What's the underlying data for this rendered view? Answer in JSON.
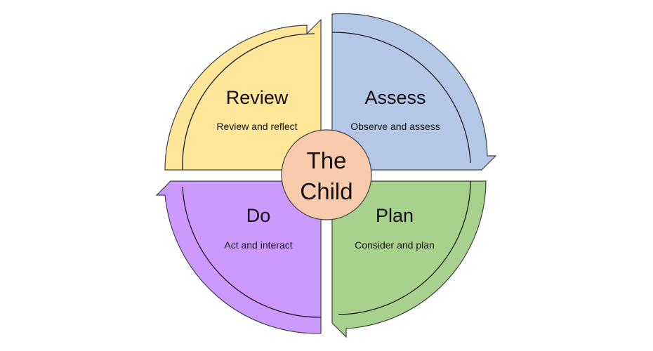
{
  "diagram": {
    "center": {
      "line1": "The",
      "line2": "Child",
      "color": "#F8CBAD"
    },
    "stages": [
      {
        "key": "review",
        "title": "Review",
        "subtitle": "Review and reflect",
        "color": "#FFE699"
      },
      {
        "key": "assess",
        "title": "Assess",
        "subtitle": "Observe and assess",
        "color": "#B4C7E7"
      },
      {
        "key": "plan",
        "title": "Plan",
        "subtitle": "Consider and plan",
        "color": "#A9D18E"
      },
      {
        "key": "do",
        "title": "Do",
        "subtitle": "Act and interact",
        "color": "#CC99FF"
      }
    ]
  }
}
